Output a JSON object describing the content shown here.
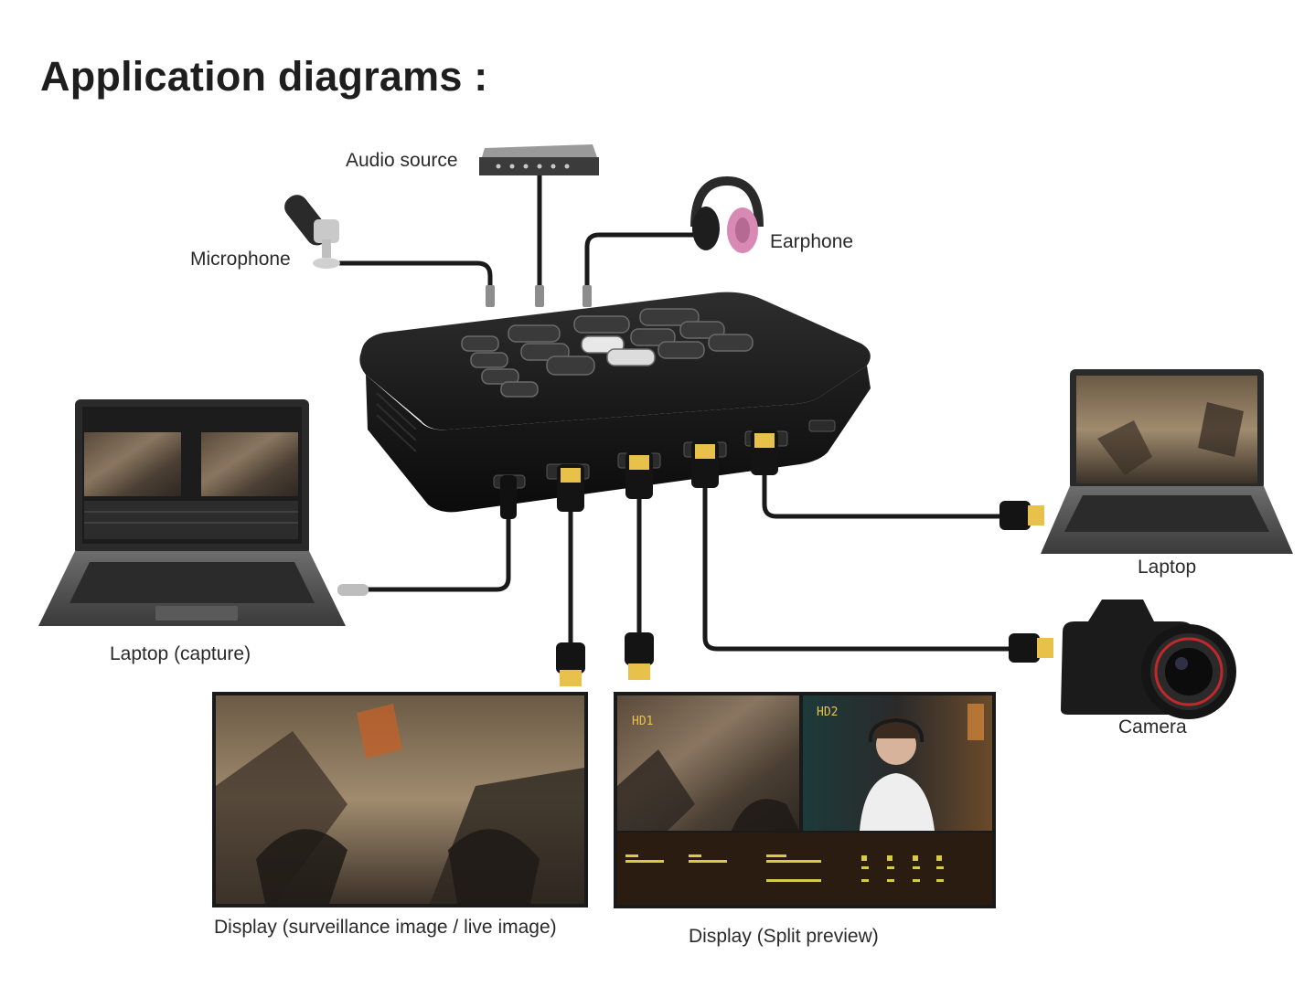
{
  "title": "Application diagrams :",
  "labels": {
    "audio_source": "Audio source",
    "microphone": "Microphone",
    "earphone": "Earphone",
    "laptop": "Laptop",
    "laptop_capture": "Laptop (capture)",
    "camera": "Camera",
    "display_live": "Display (surveillance image / live image)",
    "display_split": "Display (Split preview)"
  },
  "split_preview": {
    "hd1": "HD1",
    "hd2": "HD2"
  },
  "colors": {
    "cable": "#1a1a1a",
    "device": "#1c1c1c",
    "hdmi_gold": "#e8c14a",
    "earphone_pink": "#d98ab4"
  }
}
